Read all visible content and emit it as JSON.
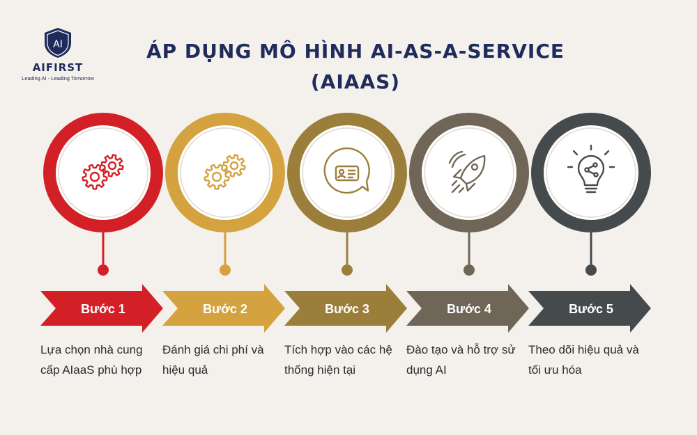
{
  "logo": {
    "mark": "AI",
    "name": "AIFIRST",
    "tagline": "Leading AI - Leading Tomorrow"
  },
  "title": {
    "line1": "ÁP DỤNG MÔ HÌNH AI-AS-A-SERVICE",
    "line2": "(AIAAS)"
  },
  "steps": [
    {
      "label": "Bước 1",
      "desc": "Lựa chọn nhà cung cấp AIaaS phù hợp",
      "color": "#d32027",
      "icon": "gears-icon"
    },
    {
      "label": "Bước 2",
      "desc": "Đánh giá chi phí và hiệu quả",
      "color": "#d4a23e",
      "icon": "gears-icon"
    },
    {
      "label": "Bước 3",
      "desc": "Tích hợp vào các hệ thống hiện tại",
      "color": "#9c7e3b",
      "icon": "id-card-chat-icon"
    },
    {
      "label": "Bước 4",
      "desc": "Đào tạo và hỗ trợ sử dụng AI",
      "color": "#6f6657",
      "icon": "rocket-icon"
    },
    {
      "label": "Bước 5",
      "desc": "Theo dõi hiệu quả và tối ưu hóa",
      "color": "#454b4d",
      "icon": "lightbulb-icon"
    }
  ]
}
